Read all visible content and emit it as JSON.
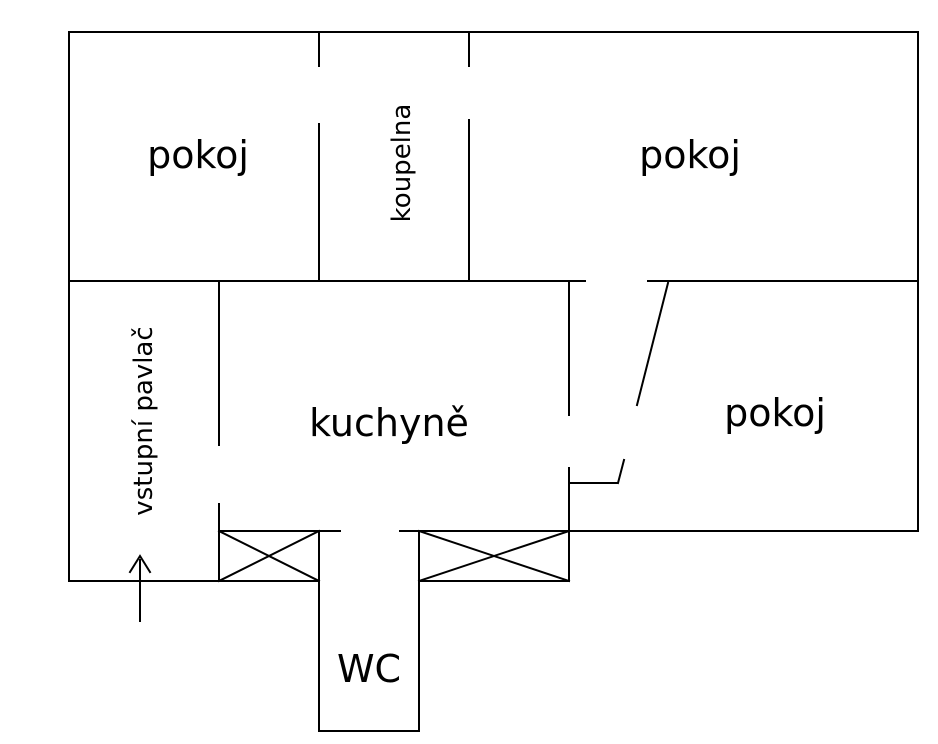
{
  "rooms": {
    "room_top_left": "pokoj",
    "bathroom": "koupelna",
    "room_top_right": "pokoj",
    "entrance_gallery": "vstupní pavlač",
    "kitchen": "kuchyně",
    "room_right": "pokoj",
    "wc": "WC"
  }
}
